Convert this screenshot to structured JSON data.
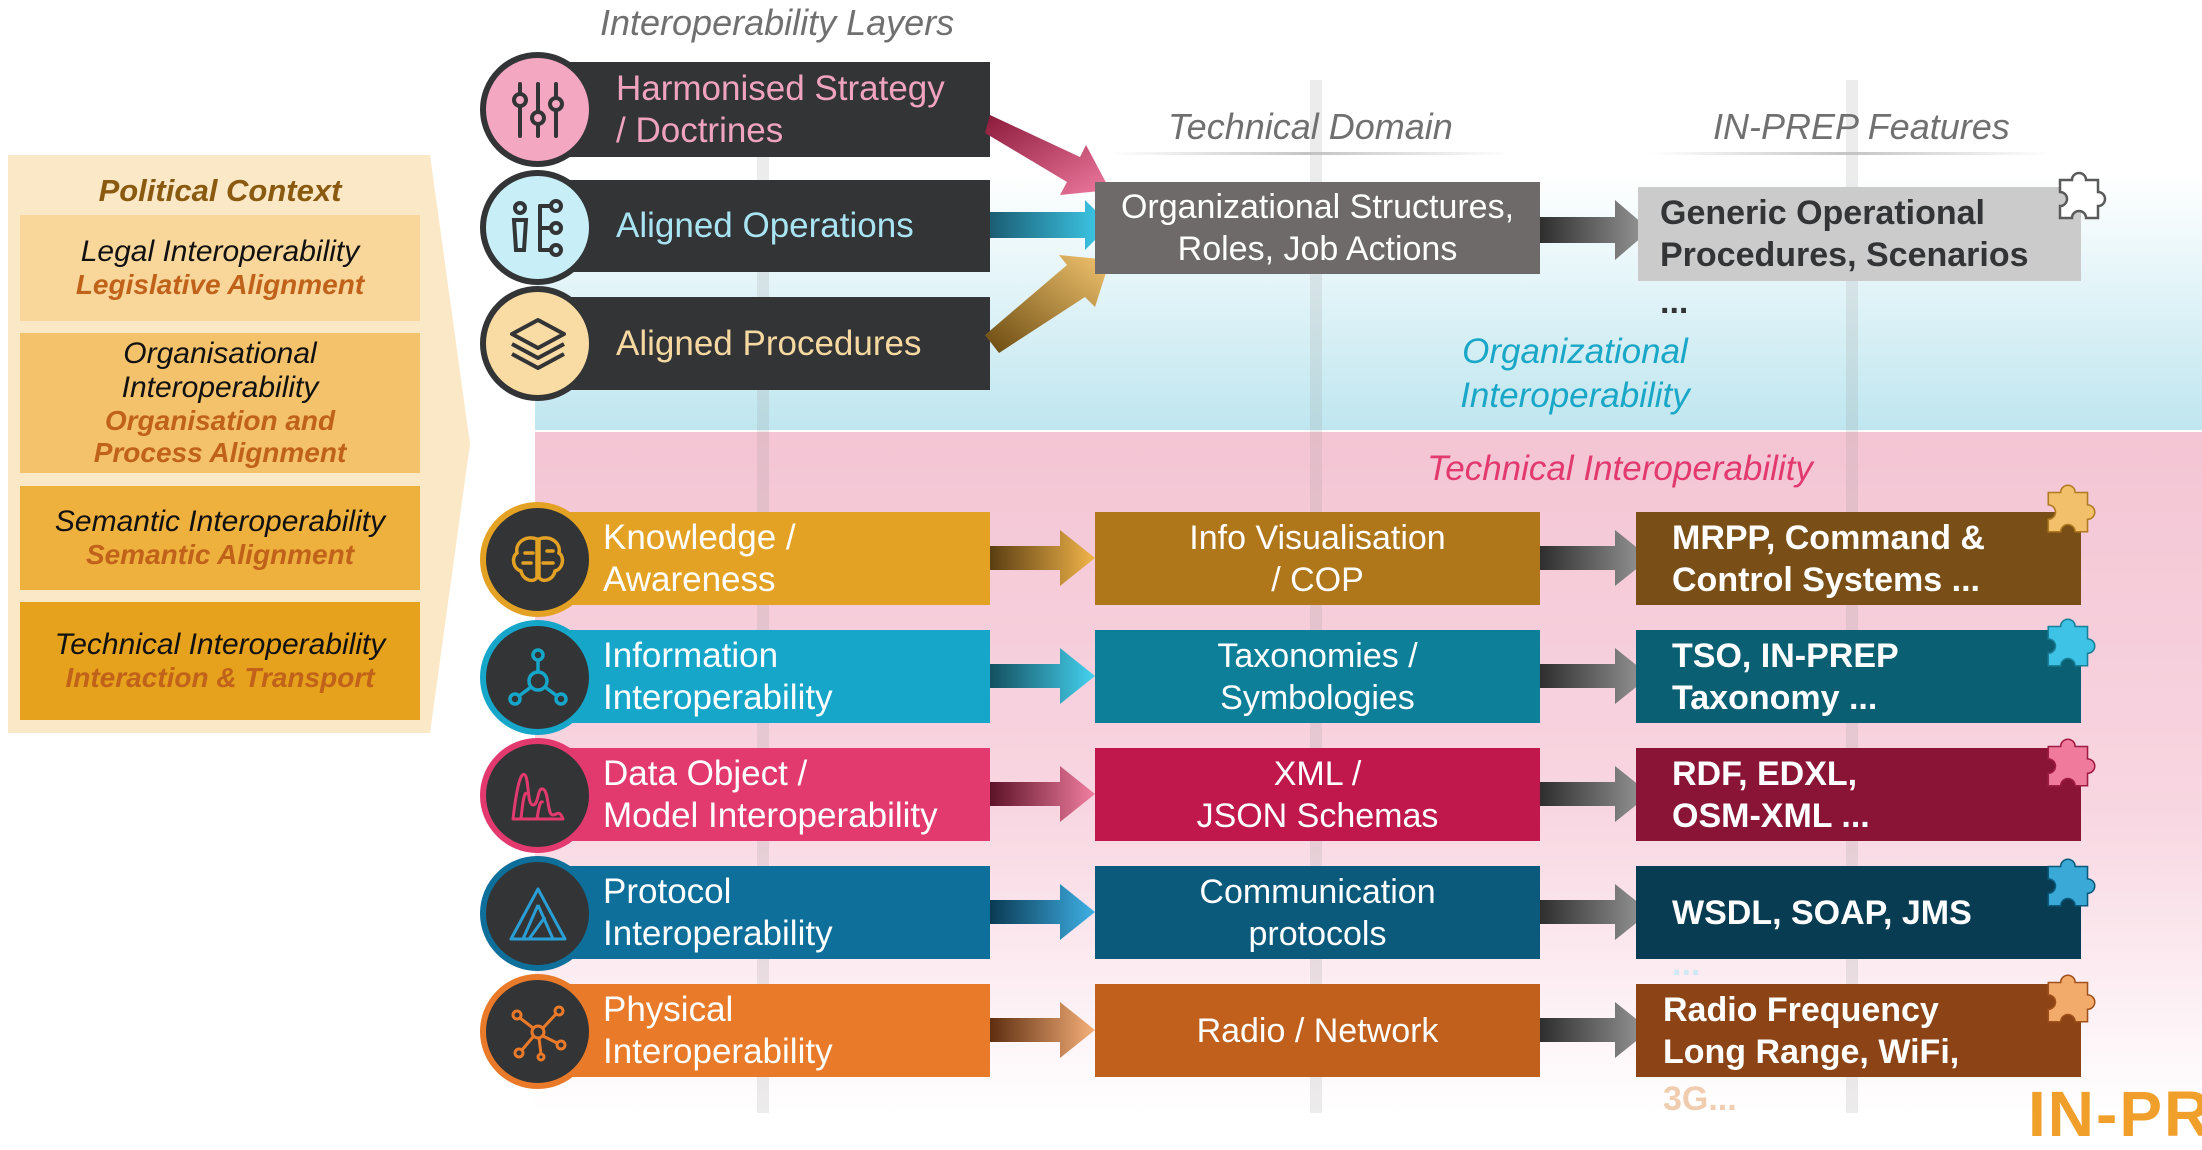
{
  "headers": {
    "layers": "Interoperability Layers",
    "domain": "Technical Domain",
    "features": "IN-PREP Features"
  },
  "political": {
    "title": "Political Context",
    "items": [
      {
        "name": "Legal Interoperability",
        "alignment": "Legislative Alignment"
      },
      {
        "name": "Organisational Interoperability",
        "alignment": "Organisation and Process Alignment"
      },
      {
        "name": "Semantic Interoperability",
        "alignment": "Semantic Alignment"
      },
      {
        "name": "Technical Interoperability",
        "alignment": "Interaction & Transport"
      }
    ]
  },
  "org_layers": [
    {
      "label": "Harmonised Strategy\n / Doctrines",
      "icon": "sliders-icon",
      "color": "#f0a3bd"
    },
    {
      "label": "Aligned Operations",
      "icon": "hierarchy-icon",
      "color": "#a9e4f3"
    },
    {
      "label": "Aligned Procedures",
      "icon": "layers-icon",
      "color": "#f6d8a1"
    }
  ],
  "org_domain": "Organizational Structures,\nRoles, Job Actions",
  "org_feature": "Generic Operational\nProcedures, Scenarios",
  "org_feature_more": "...",
  "organizational_label": "Organizational\nInteroperability",
  "technical_label": "Technical Interoperability",
  "tech_rows": [
    {
      "layer": "Knowledge /\nAwareness",
      "domain": "Info Visualisation\n/ COP",
      "feature": "MRPP, Command &\nControl Systems ...",
      "icon": "brain-icon",
      "color": "#e4a224",
      "domain_color": "#b0761a",
      "feature_color": "#7a4f17",
      "puzzle_color": "#f2c06a"
    },
    {
      "layer": "Information\nInteroperability",
      "domain": "Taxonomies  /\nSymbologies",
      "feature": "TSO, IN-PREP\nTaxonomy ...",
      "icon": "network-node-icon",
      "color": "#16a6c9",
      "domain_color": "#0e7f99",
      "feature_color": "#0b5f73",
      "puzzle_color": "#3ec3e6"
    },
    {
      "layer": "Data Object /\nModel Interoperability",
      "domain": "XML /\nJSON Schemas",
      "feature": "RDF, EDXL,\nOSM-XML ...",
      "icon": "waveform-icon",
      "color": "#e23a6e",
      "domain_color": "#c0184c",
      "feature_color": "#8a1436",
      "puzzle_color": "#f07a9c"
    },
    {
      "layer": "Protocol\nInteroperability",
      "domain": "Communication\nprotocols",
      "feature": "WSDL, SOAP, JMS",
      "icon": "triangle-icon",
      "color": "#0e6f9a",
      "domain_color": "#0b5a7c",
      "feature_color": "#083c52",
      "puzzle_color": "#3aa9d8"
    },
    {
      "layer": "Physical\nInteroperability",
      "domain": "Radio / Network",
      "feature": "Radio Frequency\nLong Range, WiFi,",
      "icon": "molecule-icon",
      "color": "#e87a2a",
      "domain_color": "#c0601c",
      "feature_color": "#8c4316",
      "puzzle_color": "#f3ab6b"
    }
  ],
  "protocol_more": "...",
  "physical_more": "3G...",
  "logo_text": "IN-PR"
}
